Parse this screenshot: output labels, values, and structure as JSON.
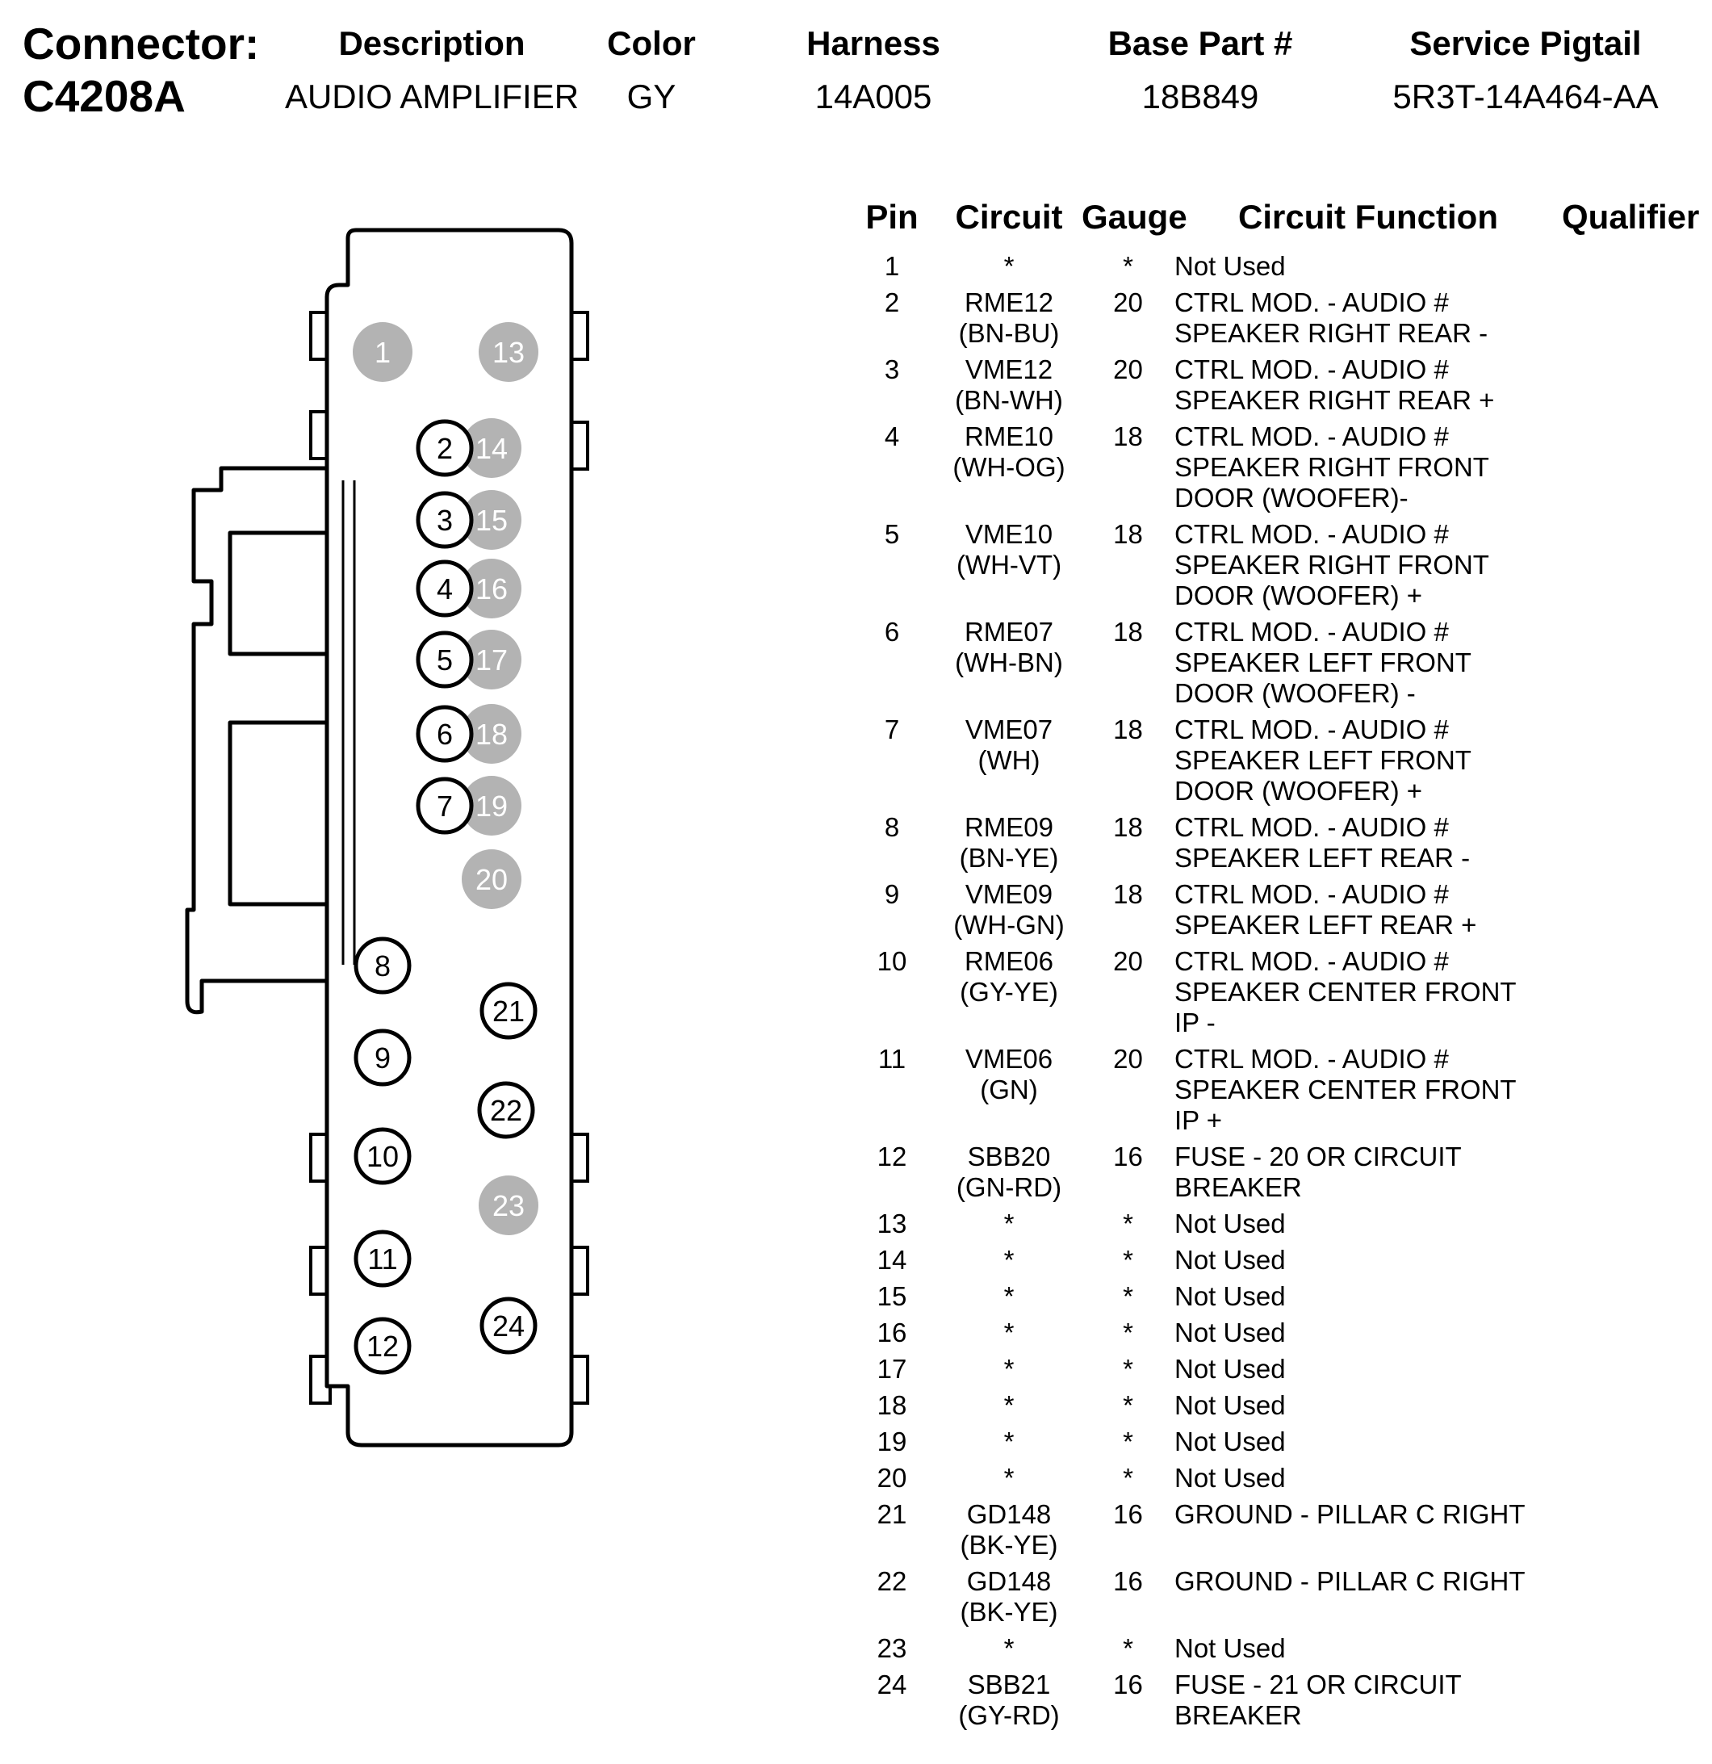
{
  "header": {
    "connector_label": "Connector:",
    "connector_id": "C4208A",
    "fields": [
      {
        "label": "Description",
        "value": "AUDIO AMPLIFIER"
      },
      {
        "label": "Color",
        "value": "GY"
      },
      {
        "label": "Harness",
        "value": "14A005"
      },
      {
        "label": "Base Part #",
        "value": "18B849"
      },
      {
        "label": "Service Pigtail",
        "value": "5R3T-14A464-AA"
      }
    ]
  },
  "diagram": {
    "pins": [
      {
        "n": "1",
        "used": false
      },
      {
        "n": "2",
        "used": true
      },
      {
        "n": "3",
        "used": true
      },
      {
        "n": "4",
        "used": true
      },
      {
        "n": "5",
        "used": true
      },
      {
        "n": "6",
        "used": true
      },
      {
        "n": "7",
        "used": true
      },
      {
        "n": "8",
        "used": true
      },
      {
        "n": "9",
        "used": true
      },
      {
        "n": "10",
        "used": true
      },
      {
        "n": "11",
        "used": true
      },
      {
        "n": "12",
        "used": true
      },
      {
        "n": "13",
        "used": false
      },
      {
        "n": "14",
        "used": false
      },
      {
        "n": "15",
        "used": false
      },
      {
        "n": "16",
        "used": false
      },
      {
        "n": "17",
        "used": false
      },
      {
        "n": "18",
        "used": false
      },
      {
        "n": "19",
        "used": false
      },
      {
        "n": "20",
        "used": false
      },
      {
        "n": "21",
        "used": true
      },
      {
        "n": "22",
        "used": true
      },
      {
        "n": "23",
        "used": false
      },
      {
        "n": "24",
        "used": true
      }
    ]
  },
  "table": {
    "columns": [
      "Pin",
      "Circuit",
      "Gauge",
      "Circuit Function",
      "Qualifier"
    ],
    "rows": [
      {
        "pin": "1",
        "circuit": "*",
        "gauge": "*",
        "function": "Not Used",
        "qualifier": ""
      },
      {
        "pin": "2",
        "circuit": "RME12\n(BN-BU)",
        "gauge": "20",
        "function": "CTRL MOD. - AUDIO #\nSPEAKER RIGHT REAR -",
        "qualifier": ""
      },
      {
        "pin": "3",
        "circuit": "VME12\n(BN-WH)",
        "gauge": "20",
        "function": "CTRL MOD. - AUDIO #\nSPEAKER RIGHT REAR +",
        "qualifier": ""
      },
      {
        "pin": "4",
        "circuit": "RME10\n(WH-OG)",
        "gauge": "18",
        "function": "CTRL MOD. - AUDIO #\nSPEAKER RIGHT FRONT\nDOOR (WOOFER)-",
        "qualifier": ""
      },
      {
        "pin": "5",
        "circuit": "VME10\n(WH-VT)",
        "gauge": "18",
        "function": "CTRL MOD. - AUDIO #\nSPEAKER RIGHT FRONT\nDOOR (WOOFER) +",
        "qualifier": ""
      },
      {
        "pin": "6",
        "circuit": "RME07\n(WH-BN)",
        "gauge": "18",
        "function": "CTRL MOD. - AUDIO #\nSPEAKER LEFT FRONT\nDOOR (WOOFER) -",
        "qualifier": ""
      },
      {
        "pin": "7",
        "circuit": "VME07\n(WH)",
        "gauge": "18",
        "function": "CTRL MOD. - AUDIO #\nSPEAKER LEFT FRONT\nDOOR (WOOFER) +",
        "qualifier": ""
      },
      {
        "pin": "8",
        "circuit": "RME09\n(BN-YE)",
        "gauge": "18",
        "function": "CTRL MOD. - AUDIO #\nSPEAKER LEFT REAR -",
        "qualifier": ""
      },
      {
        "pin": "9",
        "circuit": "VME09\n(WH-GN)",
        "gauge": "18",
        "function": "CTRL MOD. - AUDIO #\nSPEAKER LEFT REAR +",
        "qualifier": ""
      },
      {
        "pin": "10",
        "circuit": "RME06\n(GY-YE)",
        "gauge": "20",
        "function": "CTRL MOD. - AUDIO #\nSPEAKER CENTER FRONT\nIP -",
        "qualifier": ""
      },
      {
        "pin": "11",
        "circuit": "VME06\n(GN)",
        "gauge": "20",
        "function": "CTRL MOD. - AUDIO #\nSPEAKER CENTER FRONT\nIP +",
        "qualifier": ""
      },
      {
        "pin": "12",
        "circuit": "SBB20\n(GN-RD)",
        "gauge": "16",
        "function": "FUSE - 20 OR CIRCUIT\nBREAKER",
        "qualifier": ""
      },
      {
        "pin": "13",
        "circuit": "*",
        "gauge": "*",
        "function": "Not Used",
        "qualifier": ""
      },
      {
        "pin": "14",
        "circuit": "*",
        "gauge": "*",
        "function": "Not Used",
        "qualifier": ""
      },
      {
        "pin": "15",
        "circuit": "*",
        "gauge": "*",
        "function": "Not Used",
        "qualifier": ""
      },
      {
        "pin": "16",
        "circuit": "*",
        "gauge": "*",
        "function": "Not Used",
        "qualifier": ""
      },
      {
        "pin": "17",
        "circuit": "*",
        "gauge": "*",
        "function": "Not Used",
        "qualifier": ""
      },
      {
        "pin": "18",
        "circuit": "*",
        "gauge": "*",
        "function": "Not Used",
        "qualifier": ""
      },
      {
        "pin": "19",
        "circuit": "*",
        "gauge": "*",
        "function": "Not Used",
        "qualifier": ""
      },
      {
        "pin": "20",
        "circuit": "*",
        "gauge": "*",
        "function": "Not Used",
        "qualifier": ""
      },
      {
        "pin": "21",
        "circuit": "GD148\n(BK-YE)",
        "gauge": "16",
        "function": "GROUND - PILLAR C RIGHT",
        "qualifier": ""
      },
      {
        "pin": "22",
        "circuit": "GD148\n(BK-YE)",
        "gauge": "16",
        "function": "GROUND - PILLAR C RIGHT",
        "qualifier": ""
      },
      {
        "pin": "23",
        "circuit": "*",
        "gauge": "*",
        "function": "Not Used",
        "qualifier": ""
      },
      {
        "pin": "24",
        "circuit": "SBB21\n(GY-RD)",
        "gauge": "16",
        "function": "FUSE - 21 OR CIRCUIT\nBREAKER",
        "qualifier": ""
      }
    ]
  }
}
